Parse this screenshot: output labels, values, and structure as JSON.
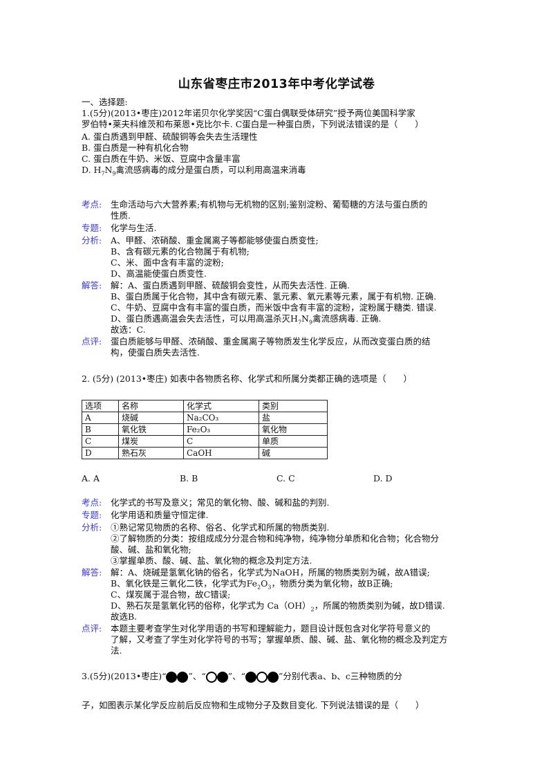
{
  "title": "山东省枣庄市2013年中考化学试卷",
  "section": "一、选择题:",
  "q1": {
    "stem1": "1.(5分)(2013•枣庄)2012年诺贝尔化学奖因“C蛋白偶联受体研究”授予两位美国科学家",
    "stem2": "罗伯特•莱夫科维茨和布莱恩•克比尔卡. C蛋白是一种蛋白质，下列说法错误的是（　　）",
    "A": "A. 蛋白质遇到甲醛、硫酸铜等会失去生活理性",
    "B": "B. 蛋白质是一种有机化合物",
    "C": "C. 蛋白质在牛奶、米饭、豆腐中含量丰富",
    "D_pre": "D. H",
    "D_s1": "7",
    "D_mid": "N",
    "D_s2": "9",
    "D_post": "禽流感病毒的成分是蛋白质，可以利用高温来消毒",
    "kd_tag": "考点:",
    "kd1": "生命活动与六大营养素;有机物与无机物的区别;鉴别淀粉、葡萄糖的方法与蛋白质的",
    "kd2": "性质.",
    "zt_tag": "专题:",
    "zt": "化学与生活.",
    "fx_tag": "分析:",
    "fx1": "A、甲醛、浓硝酸、重金属离子等都能够使蛋白质变性;",
    "fx2": "B、含有碳元素的化合物属于有机物;",
    "fx3": "C、米、面中含有丰富的淀粉;",
    "fx4": "D、高温能使蛋白质变性.",
    "jd_tag": "解答:",
    "jd1": "解：A、蛋白质遇到甲醛、硫酸铜会变性，从而失去活性. 正确.",
    "jd2": "B、蛋白质属于化合物，其中含有碳元素、氢元素、氧元素等元素，属于有机物. 正确.",
    "jd3": "C、牛奶、豆腐中含有丰富的蛋白质，而米饭中含有丰富的淀粉，淀粉属于糖类. 错误.",
    "jd4_pre": "D、蛋白质遇高温会失去活性，可以用高温杀灭H",
    "jd4_s1": "7",
    "jd4_mid": "N",
    "jd4_s2": "9",
    "jd4_post": "禽流感病毒. 正确.",
    "jd5": "故选：C.",
    "dp_tag": "点评:",
    "dp1": "蛋白质能够与甲醛、浓硝酸、重金属离子等物质发生化学反应，从而改变蛋白质的结",
    "dp2": "构，使蛋白质失去活性."
  },
  "q2": {
    "stem": "2. (5分) (2013•枣庄) 如表中各物质名称、化学式和所属分类都正确的选项是（　　）",
    "table": {
      "headers": [
        "选项",
        "名称",
        "化学式",
        "类别"
      ],
      "rows": [
        [
          "A",
          "烧碱",
          "Na₂CO₃",
          "盐"
        ],
        [
          "B",
          "氧化铁",
          "Fe₂O₃",
          "氧化物"
        ],
        [
          "C",
          "煤炭",
          "C",
          "单质"
        ],
        [
          "D",
          "熟石灰",
          "CaOH",
          "碱"
        ]
      ]
    },
    "optA": "A. A",
    "optB": "B. B",
    "optC": "C. C",
    "optD": "D. D",
    "kd_tag": "考点:",
    "kd": "化学式的书写及意义；常见的氧化物、酸、碱和盐的判别.",
    "zt_tag": "专题:",
    "zt": "化学用语和质量守恒定律.",
    "fx_tag": "分析:",
    "fx1": "①熟记常见物质的名称、俗名、化学式和所属的物质类别.",
    "fx2": "②了解物质的分类：按组成成分分混合物和纯净物，纯净物分单质和化合物；化合物分",
    "fx3": "酸、碱、盐和氧化物;",
    "fx4": "③掌握单质、酸、碱、盐、氧化物的概念及判定方法.",
    "jd_tag": "解答:",
    "jd1": "解：A、烧碱是氢氧化钠的俗名，化学式为NaOH，所属的物质类别为碱，故A错误;",
    "jd2_pre": "B、氧化铁是三氧化二铁，化学式为Fe",
    "jd2_s1": "2",
    "jd2_mid": "O",
    "jd2_s2": "3",
    "jd2_post": "，物质分类为氧化物，故B正确;",
    "jd3": "C、煤炭属于混合物，故C错误;",
    "jd4_pre": "D、熟石灰是氢氧化钙的俗称，化学式为 Ca（OH）",
    "jd4_s": "2",
    "jd4_post": "，所属的物质类别为碱，故D错误.",
    "jd5": "故选B.",
    "dp_tag": "点评:",
    "dp1": "本题主要考查学生对化学用语的书写和理解能力，题目设计既包含对化学符号意义的",
    "dp2": "了解，又考查了学生对化学符号的书写；掌握单质、酸、碱、盐、氧化物的概念及判定方",
    "dp3": "法."
  },
  "q3": {
    "stem_pre": "3.(5分)(2013•枣庄)“",
    "q_close": "”、“",
    "q_close2": "”、“",
    "stem_post": "”分别代表a、b、c三种物质的分",
    "stem2": "子，如图表示某化学反应前后反应物和生成物分子及数目变化. 下列说法错误的是（　　）"
  }
}
